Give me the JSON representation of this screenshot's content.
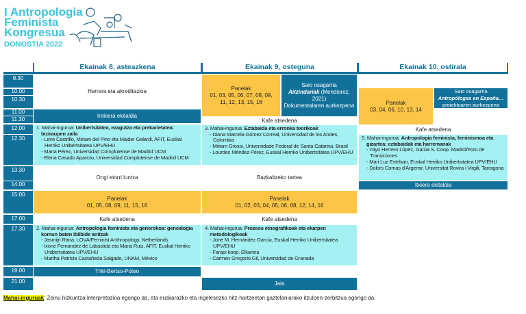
{
  "logo": {
    "line1": "I Antropologia",
    "line2": "Feminista",
    "line3": "Kongresua",
    "line4": "DONOSTIA 2022"
  },
  "days": [
    "Ekainak 8, asteazkena",
    "Ekainak 9, osteguna",
    "Ekainak 10, ostirala"
  ],
  "times": [
    "9.30",
    "10.00",
    "10.30",
    "11.00",
    "11.30",
    "12.00",
    "12.30",
    "13.30",
    "14.00",
    "15:00",
    "17.00",
    "17.30",
    "19.00",
    "21.00"
  ],
  "colors": {
    "dark": "#12719a",
    "panels": "#fdc545",
    "round_table": "#a3f1f3",
    "logo": "#3ec3dc"
  },
  "day1": {
    "harrera": "Harrera eta akreditazioa",
    "irekiera": "Irekiera ekitaldia",
    "mahai1": {
      "prefix": "1. Mahai-ingurua: ",
      "title": "Unibertsitatea, ezagutza eta prekarietatea: biziraupen zaila",
      "items": [
        "- Leire Castrillo, Miriam del Pino eta Maider Galardi, AFIT, Euskal Herriko Unibertsitatea UPV/EHU",
        "- Marta Pérez, Universidad Complutense de Madrid UCM",
        "- Elena Casado Aparicio, Universidad Complutense de Madrid UCM"
      ]
    },
    "lunch": "Ongi etorri luntxa",
    "panelak_label": "Panelak",
    "panelak": "01, 05, 08, 09, 11, 15, 16",
    "kafe": "Kafe atsedena",
    "mahai2": {
      "prefix": "2. Mahai-ingurua: ",
      "title": "Antropologia feminista eta generokoa: genealogia komun baten ibilbide anitzak",
      "items": [
        "- Jasmijn Rana, LOVA/Feminist Anthropology, Netherlands",
        "- Ixone Fernandez de Labastida eta Maria Ruiz, AFIT, Euskal Herriko Unibertsitatea UPV/EHU",
        "- Martha Patricia Castañeda Salgado, UNAM, México"
      ]
    },
    "triki": "Triki-Bertso-Poteo"
  },
  "day2": {
    "panelak_am_label": "Panelak",
    "panelak_am": "01, 03, 05, 06, 07, 08, 09, 11, 12, 13, 15, 16",
    "saio": {
      "l1": "Saio osagarria",
      "film": "Aitzindariak",
      "year": " (Mendioroz, 2021)",
      "l3": "Dokumentalaren aurkezpena"
    },
    "kafe_am": "Kafe atsedena",
    "mahai3": {
      "prefix": "3. Mahai-ingurua: ",
      "title": "Eztabaida eta erronka teorikoak",
      "items": [
        "- Diana Marcela Gómez Correal, Universidad de los Andes, Colombia",
        "- Miriam Grossi, Universidade Federal de Santa Catarina, Brasil",
        "- Lourdes Méndez Pérez, Euskal Herriko Unibertsitatea UPV/EHU"
      ]
    },
    "lunch": "Bazkaltzeko tartea",
    "panelak_pm_label": "Panelak",
    "panelak_pm": "01, 02, 03, 04, 05, 06, 08, 12, 14, 16",
    "kafe_pm": "Kafe atsedena",
    "mahai4": {
      "prefix": "4. Mahai-ingurua: ",
      "title": "Prozesu etnografikoak eta ekarpen metodologikoak",
      "items": [
        "- Jone M. Hernández García, Euskal Herriko Unibertsitatea UPV/EHU",
        "- Farapi koop. Elkartea",
        "- Carmen Gregorio Gil, Universidad de Granada"
      ]
    },
    "jaia": "Jaia"
  },
  "day3": {
    "panelak_label": "Panelak",
    "panelak": "03, 04, 06, 10, 13, 14",
    "saio": {
      "l1": "Saio osagarria",
      "title": "Antropólogas en España…",
      "l3": "proiektuaren aurkezpena"
    },
    "kafe": "Kafe atsedena",
    "mahai5": {
      "prefix": "5. Mahai-ingurua: ",
      "title": "Antropologia feminista, feminismoa eta gizartea: eztabaidak eta harremanak",
      "items": [
        "- Yayo Herrero López, Garúa S. Coop. Madrid/Foro de Transiciones",
        "- Mari Luz Esteban, Euskal Herriko Unibertsitatea UPV/EHU",
        "- Dolors Comas d'Argemir, Universitat Rovira i Virgili, Tarragona"
      ]
    },
    "itxiera": "Itxiera ekitaldia"
  },
  "footer": {
    "highlight": "Mahai-inguruak",
    "text": ": Zeinu hizkuntza interpretazioa egongo da, eta euskarazko eta ingelesezko hitz-hartzeetan gaztelaniarako itzulpen-zerbitzua egongo da."
  }
}
